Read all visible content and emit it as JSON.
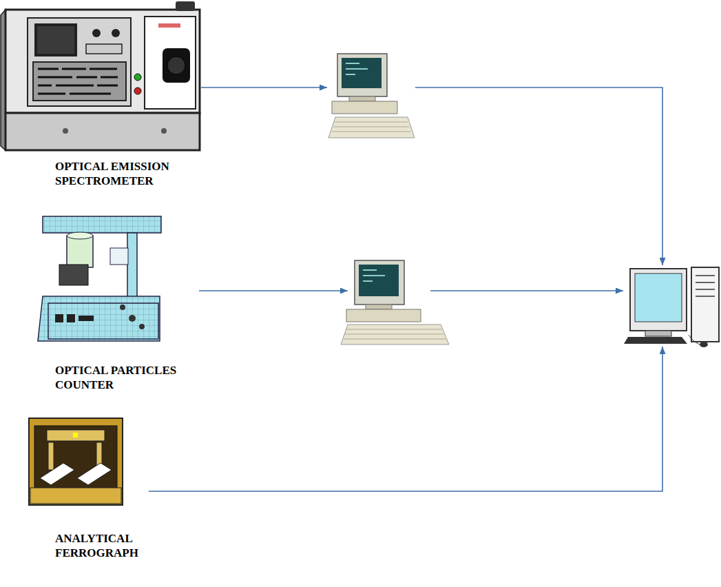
{
  "diagram": {
    "nodes": [
      {
        "text": [
          "OPTICAL EMISSION SPECTROMETER"
        ]
      },
      {
        "text": []
      },
      {
        "text": [
          "OPTICAL PARTICLES COUNTER"
        ]
      },
      {
        "text": []
      },
      {
        "text": []
      },
      {
        "text": [
          "ANALYTICAL FERROGRAPH"
        ]
      }
    ],
    "edges": [
      {
        "from": 0,
        "to": 1,
        "arrow": "to"
      },
      {
        "from": 1,
        "to": 4,
        "arrow": "to"
      },
      {
        "from": 2,
        "to": 3,
        "arrow": "to"
      },
      {
        "from": 3,
        "to": 4,
        "arrow": "to"
      },
      {
        "from": 5,
        "to": 4,
        "arrow": "to"
      }
    ]
  }
}
